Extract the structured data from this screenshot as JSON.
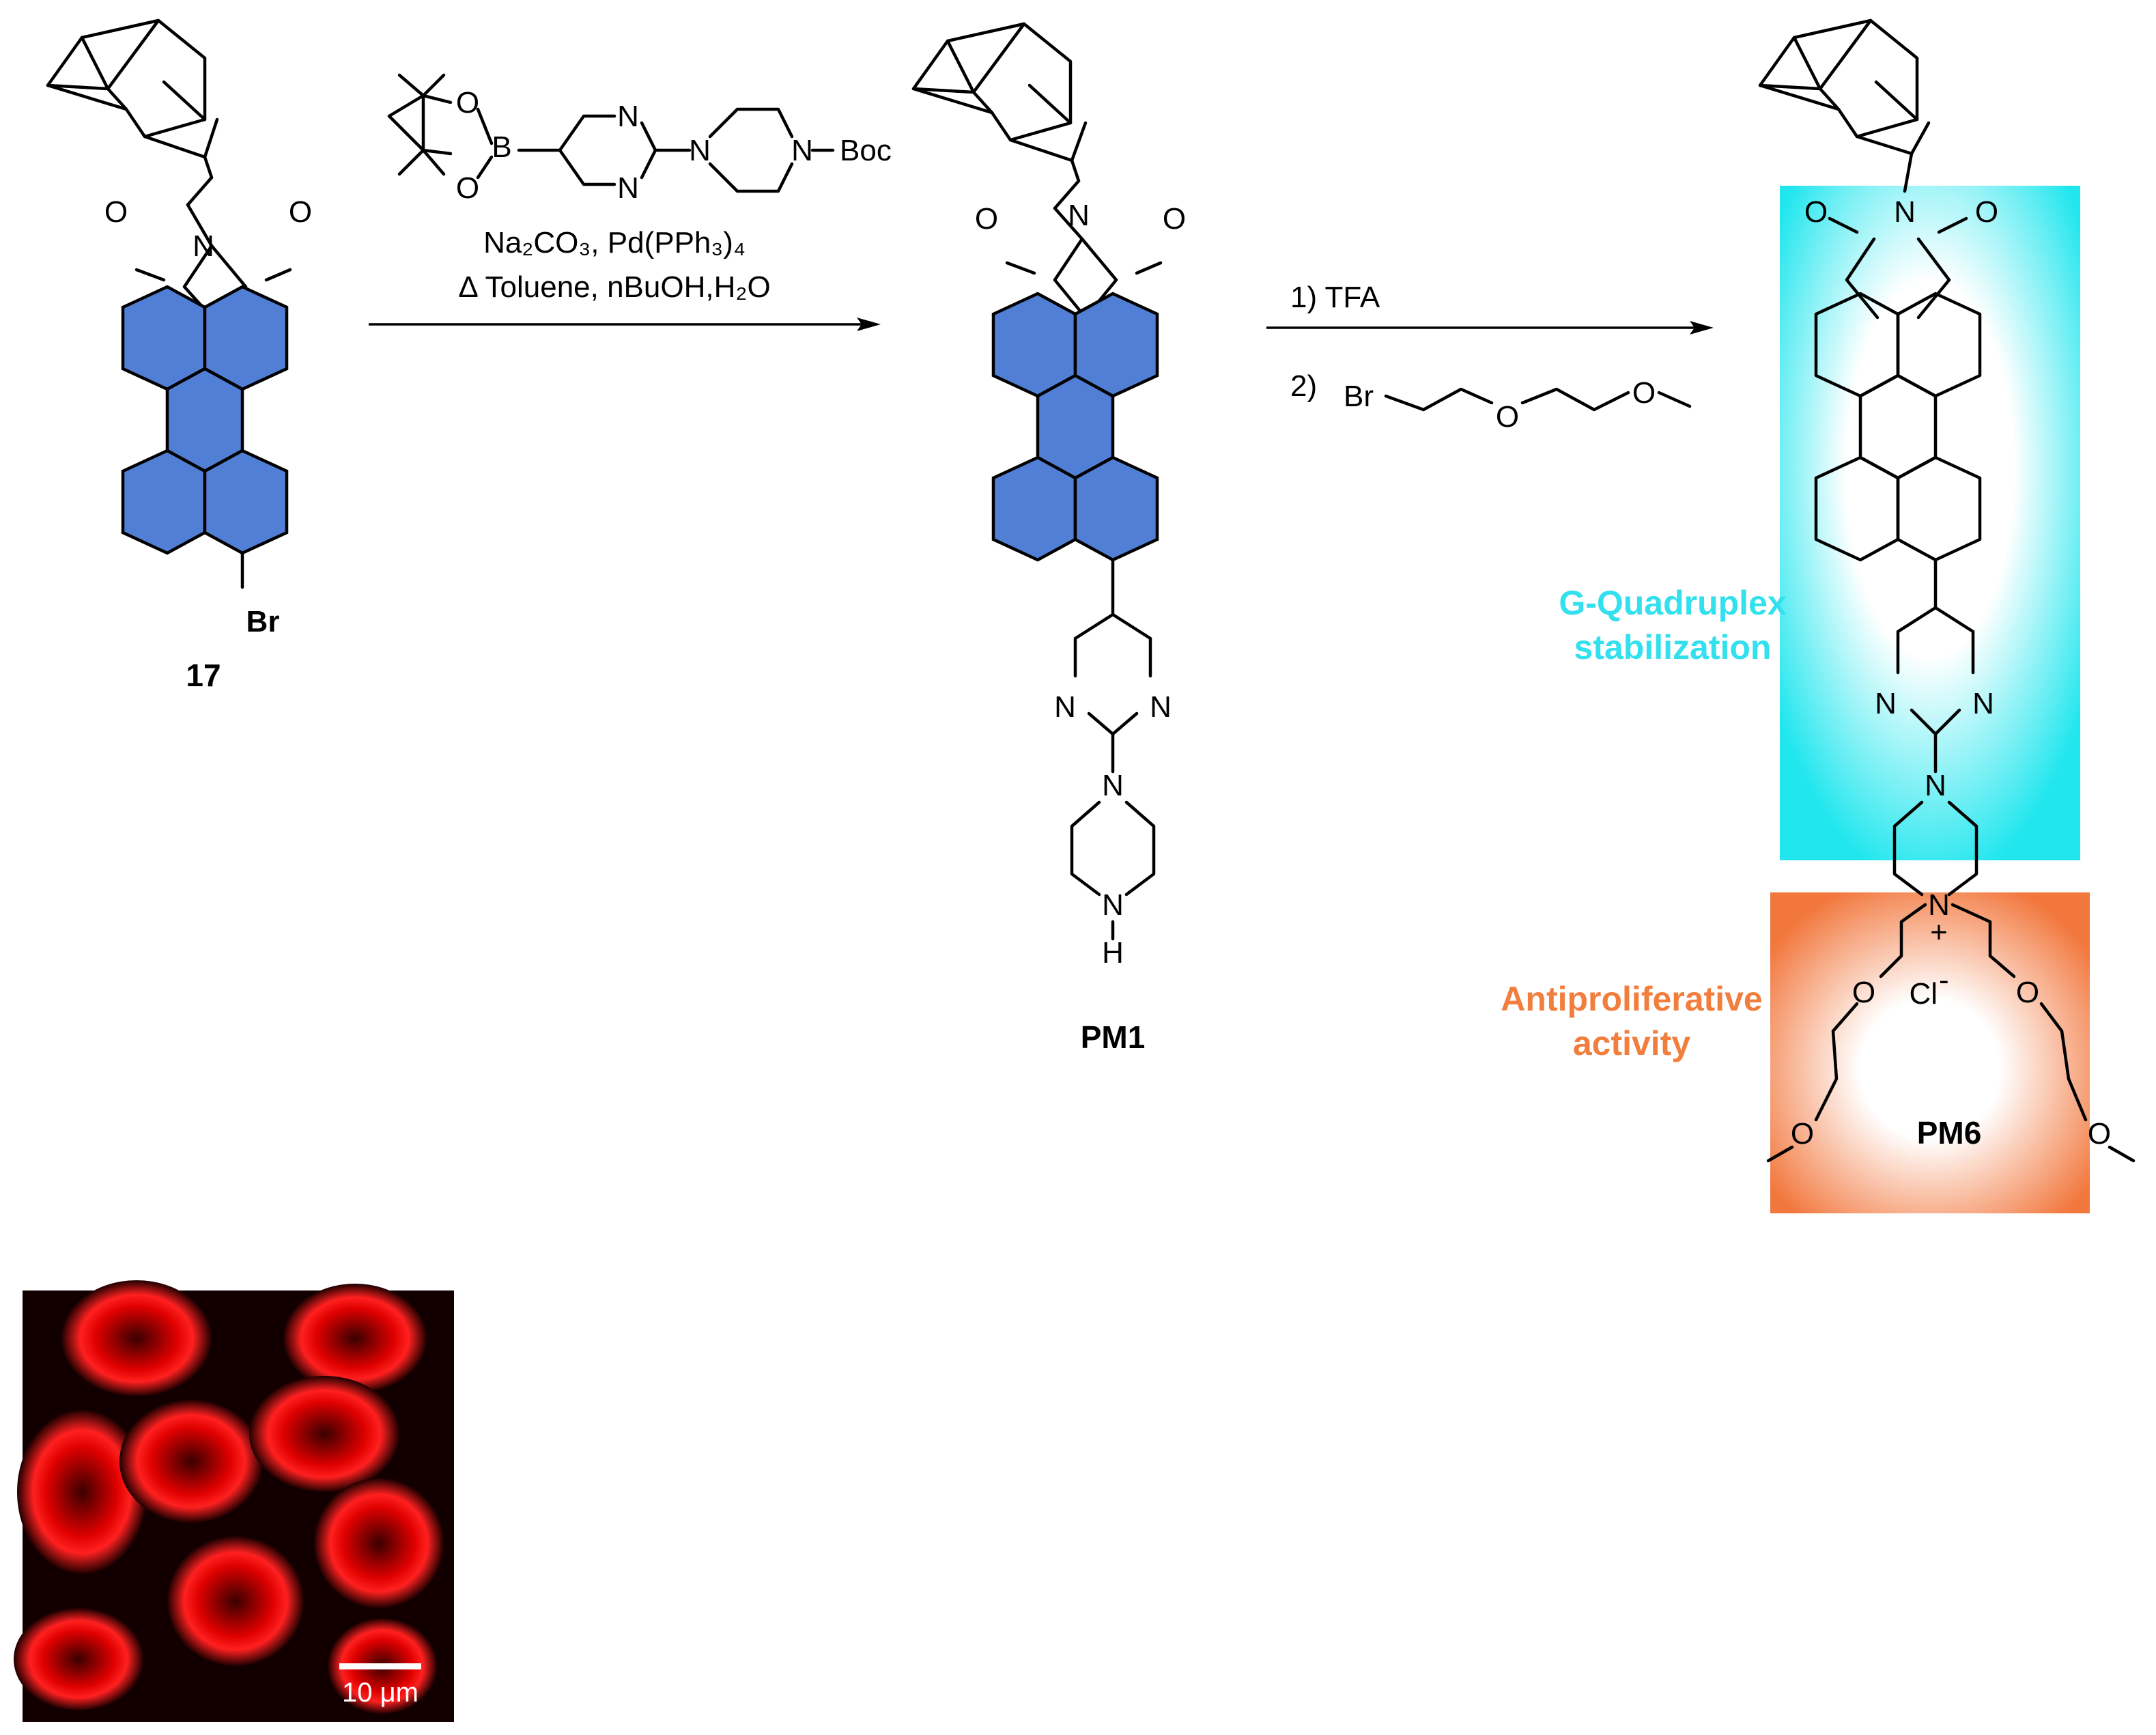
{
  "reagents_step1": {
    "boronate_B": "B",
    "boronate_O1": "O",
    "boronate_O2": "O",
    "pyrimidine_N1": "N",
    "pyrimidine_N2": "N",
    "piperazine_N1": "N",
    "piperazine_N2": "N",
    "protecting_group": "Boc",
    "line1": "Na₂CO₃, Pd(PPh₃)₄",
    "line2": "Δ Toluene, nBuOH,H₂O"
  },
  "reagents_step2": {
    "step1": "1)  TFA",
    "step2_index": "2)",
    "alkyl_Br": "Br",
    "alkyl_O1": "O",
    "alkyl_O2": "O"
  },
  "compounds": {
    "c17": {
      "label": "17",
      "N": "N",
      "O1": "O",
      "O2": "O",
      "Br": "Br"
    },
    "pm1": {
      "label": "PM1",
      "N": "N",
      "O1": "O",
      "O2": "O",
      "pyrN1": "N",
      "pyrN2": "N",
      "pipN1": "N",
      "pipN2": "N",
      "H": "H"
    },
    "pm6": {
      "label": "PM6",
      "N": "N",
      "O1": "O",
      "O2": "O",
      "pyrN1": "N",
      "pyrN2": "N",
      "pipN1": "N",
      "pipN2": "N",
      "charge": "+",
      "counterion": "Cl",
      "counterion_charge": "-",
      "chainO1": "O",
      "chainO2": "O",
      "chainO3": "O",
      "chainO4": "O"
    }
  },
  "annotations": {
    "gq_line1": "G-Quadruplex",
    "gq_line2": "stabilization",
    "anti_line1": "Antiproliferative",
    "anti_line2": "activity"
  },
  "micrograph": {
    "scale_label": "10 μm"
  },
  "colors": {
    "perylene_fill": "#527fd6",
    "cyan_box": "#2ee8ee",
    "orange_box": "#f27b45",
    "gq_text": "#33e0ee",
    "anti_text": "#f27e3e",
    "br_text": "#ff0000"
  }
}
